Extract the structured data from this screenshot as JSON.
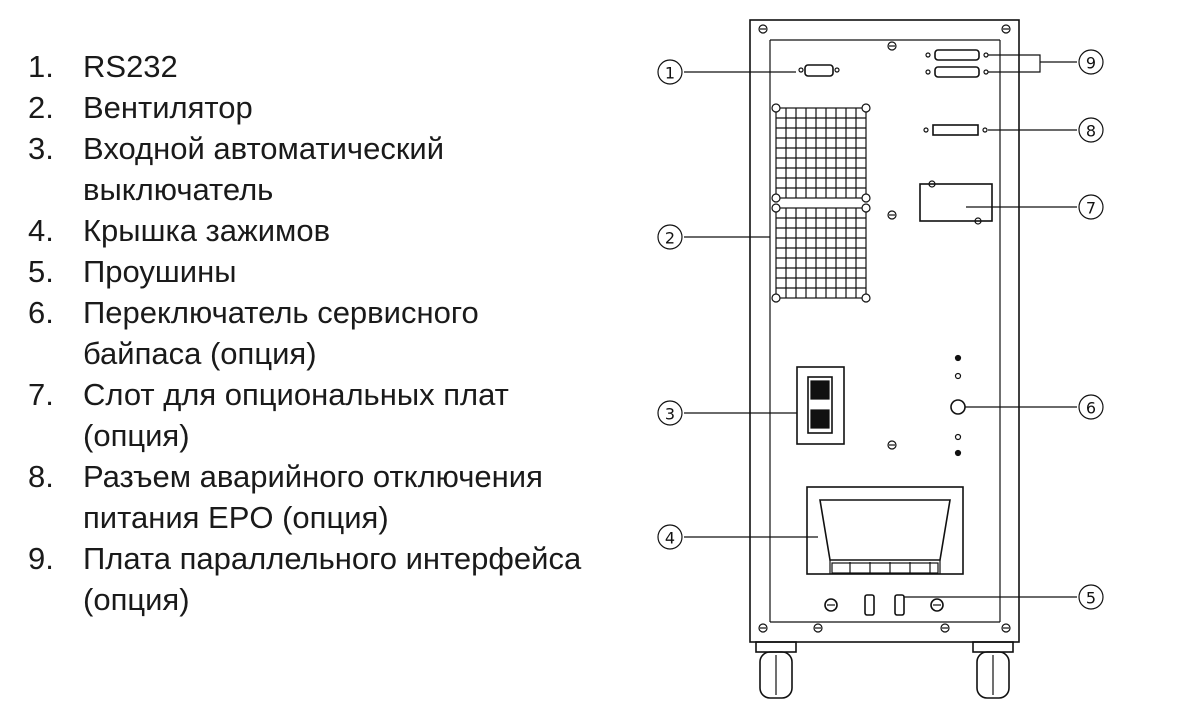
{
  "legend": {
    "items": [
      {
        "number": "1.",
        "label": "RS232"
      },
      {
        "number": "2.",
        "label": "Вентилятор"
      },
      {
        "number": "3.",
        "label": "Входной автоматический выключатель"
      },
      {
        "number": "4.",
        "label": "Крышка зажимов"
      },
      {
        "number": "5.",
        "label": "Проушины"
      },
      {
        "number": "6.",
        "label": "Переключатель сервисного байпаса (опция)"
      },
      {
        "number": "7.",
        "label": "Слот для опциональных плат (опция)"
      },
      {
        "number": "8.",
        "label": "Разъем аварийного отключения питания EPO (опция)"
      },
      {
        "number": "9.",
        "label": "Плата параллельного интерфейса (опция)"
      }
    ]
  },
  "callouts": {
    "c1": "1",
    "c2": "2",
    "c3": "3",
    "c4": "4",
    "c5": "5",
    "c6": "6",
    "c7": "7",
    "c8": "8",
    "c9": "9"
  },
  "colors": {
    "line": "#111111",
    "background": "#ffffff",
    "text": "#1a1a1a"
  }
}
